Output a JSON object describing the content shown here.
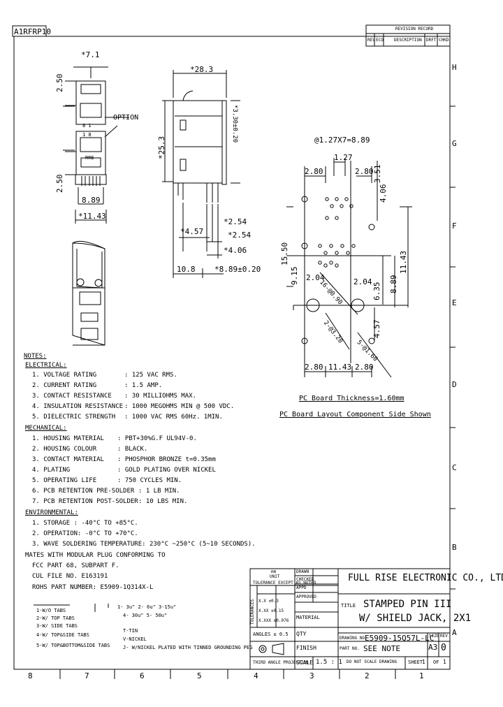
{
  "doc_id": "A1RFRP10",
  "revision_record": {
    "title": "REVISION RECORD",
    "cols": [
      "REV",
      "ECO",
      "DESCRIPTION",
      "DRFT",
      "CHKD"
    ]
  },
  "zone_letters_right": [
    "H",
    "G",
    "F",
    "E",
    "D",
    "C",
    "B",
    "A"
  ],
  "zone_numbers_bottom": [
    "8",
    "7",
    "6",
    "5",
    "4",
    "3",
    "2",
    "1"
  ],
  "front_view": {
    "dim_top": "*7.1",
    "dim_upper_side": "2.50",
    "dim_lower_side": "2.50",
    "dim_width": "8.89",
    "dim_overall": "*11.43",
    "pin_labels_upper": "8 1",
    "pin_labels_lower": "1 8",
    "label_option": "OPTION",
    "label_bottom": "RRE"
  },
  "side_view": {
    "dim_top": "*28.3",
    "dim_height": "*25.3",
    "dim_pin_height": "*3.30±0.20",
    "dim_a": "*4.57",
    "dim_b": "*2.54",
    "dim_c": "*2.54",
    "dim_d": "*4.06",
    "dim_e": "10.8",
    "dim_f": "*8.89±0.20"
  },
  "pcb_layout": {
    "dim_holes": "@1.27X7=8.89",
    "dim_127": "1.27",
    "dim_280_left": "2.80",
    "dim_280_right": "2.80",
    "dim_351": "3.51",
    "dim_406": "4.06",
    "dim_1550": "15.50",
    "dim_915": "9.15",
    "dim_889": "8.89",
    "dim_1143_v": "11.43",
    "dim_204a": "2.04",
    "dim_204b": "2.04",
    "dim_635": "6.35",
    "dim_457": "4.57",
    "note_16": "16-@0.90",
    "note_2": "2-@3.20",
    "note_5": "5-@1.60",
    "dim_bot_280l": "2.80",
    "dim_bot_1143": "11.43",
    "dim_bot_280r": "2.80",
    "caption_thickness": "PC Board Thickness=1.60mm",
    "caption_layout": "PC Board Layout Component Side Shown"
  },
  "notes": {
    "title": "NOTES:",
    "electrical": {
      "heading": "ELECTRICAL:",
      "items": [
        [
          "1. VOLTAGE RATING",
          ": 125 VAC RMS."
        ],
        [
          "2. CURRENT RATING",
          ": 1.5 AMP."
        ],
        [
          "3. CONTACT RESISTANCE",
          ": 30 MILLIOHMS MAX."
        ],
        [
          "4. INSULATION RESISTANCE",
          ": 1000 MEGOHMS MIN @ 500 VDC."
        ],
        [
          "5. DIELECTRIC STRENGTH",
          ": 1000 VAC RMS 60Hz. 1MIN."
        ]
      ]
    },
    "mechanical": {
      "heading": "MECHANICAL:",
      "items": [
        [
          "1. HOUSING MATERIAL",
          ": PBT+30%G.F UL94V-0."
        ],
        [
          "2. HOUSING COLOUR",
          ": BLACK."
        ],
        [
          "3. CONTACT MATERIAL",
          ": PHOSPHOR BRONZE t=0.35mm"
        ],
        [
          "4. PLATING",
          ": GOLD PLATING OVER NICKEL"
        ],
        [
          "5. OPERATING LIFE",
          ": 750 CYCLES MIN."
        ],
        [
          "6. PCB RETENTION PRE-SOLDER",
          ": 1 LB MIN."
        ],
        [
          "7. PCB RETENTION POST-SOLDER",
          ": 10 LBS MIN."
        ]
      ]
    },
    "environmental": {
      "heading": "ENVIRONMENTAL:",
      "items": [
        "1. STORAGE : -40°C TO +85°C.",
        "2. OPERATION: -0°C TO +70°C.",
        "3. WAVE SOLDERING TEMPERATURE: 230°C ~250°C (5~10 SECONDS)."
      ]
    },
    "mates": "MATES WITH MODULAR PLUG CONFORMING TO",
    "fcc": "FCC PART 68, SUBPART F.",
    "cul": "CUL FILE NO. E163191",
    "rohs": "ROHS PART NUMBER: E5909-1Q314X-L",
    "pn_opts_left": [
      "1-W/O TABS",
      "2-W/ TOP TABS",
      "3-W/ SIDE TABS",
      "4-W/ TOP&SIDE TABS",
      "5-W/ TOP&BOTTOM&SIDE TABS"
    ],
    "pn_opts_gold": [
      "1- 3u\" 2- 6u\" 3-15u\"",
      "4- 30u\" 5- 50u\""
    ],
    "pn_opts_plating": [
      "T-TIN",
      "V-NICKEL",
      "J- W/NICKEL PLATED WITH TINNED GROUNDING PEG"
    ]
  },
  "title_block": {
    "company": "FULL RISE ELECTRONIC CO., LTD",
    "title_label": "TITLE",
    "title_line1": "STAMPED PIN III",
    "title_line2": "W/ SHIELD JACK, 2X1",
    "material_label": "MATERIAL",
    "qty_label": "QTY",
    "finish_label": "FINISH",
    "drawing_no_label": "DRAWING NO.",
    "drawing_no": "E5909-15Q57L-LC",
    "part_no_label": "PART NO.",
    "part_no": "SEE NOTE",
    "size_label": "SIZE",
    "size": "A3",
    "rev_label": "REV",
    "rev": "0",
    "scale_label": "SCALE",
    "scale": "1.5 : 1",
    "dont_scale": "DO NOT SCALE DRAWING",
    "sheet_label": "SHEET",
    "sheet": "1",
    "of_label": "OF",
    "of": "1",
    "angles": "ANGLES ± 0.5",
    "third_angle": "THIRD ANGLE PROJECTION",
    "tolerances_label": "TOLERANCES",
    "tolerances": [
      "X.X ±0.3",
      "X.XX ±0.15",
      "X.XXX ±0.076"
    ],
    "unit_label": "mm",
    "unit_sub": "UNIT",
    "unless_note": "TOLERANCE EXCEPT AS NOTED",
    "sign_labels": [
      "DRAWN",
      "CHECKED",
      "APPD",
      "APPROVED"
    ]
  }
}
